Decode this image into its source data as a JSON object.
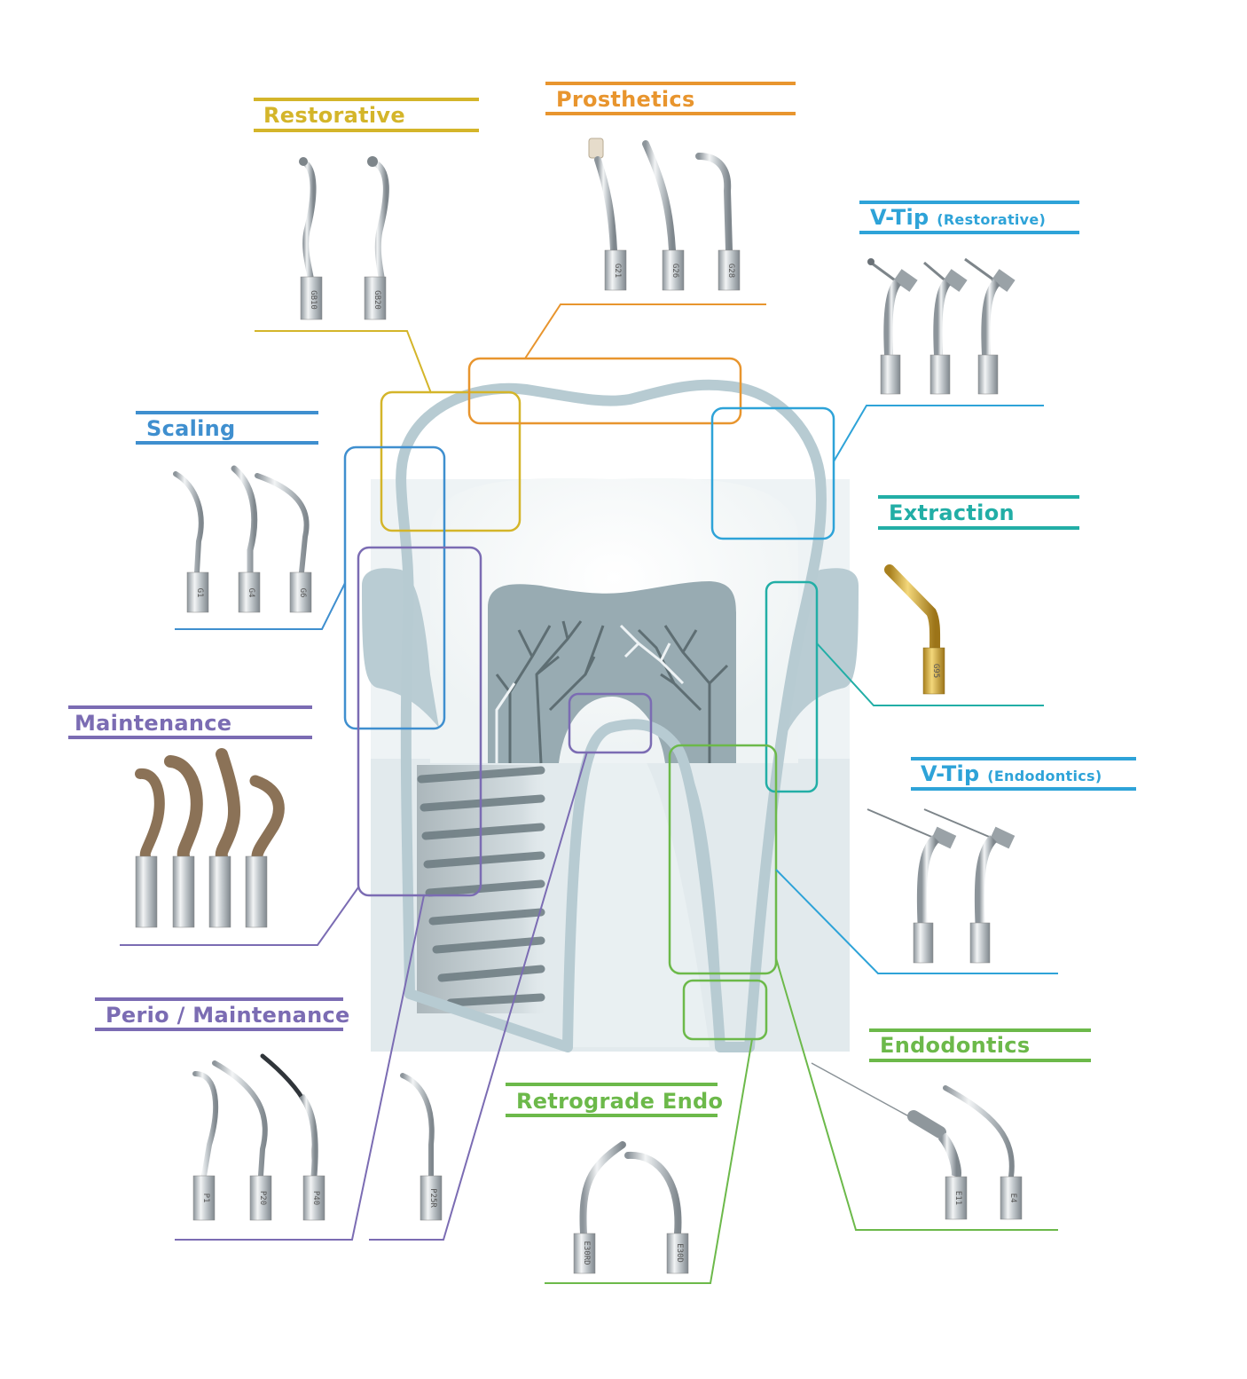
{
  "colors": {
    "restorative": "#d4b52a",
    "prosthetics": "#e8952e",
    "vtip": "#2ea3d8",
    "scaling": "#3f8fcf",
    "extraction": "#22aea6",
    "maintenance": "#7b6cb3",
    "endo": "#6cb94a",
    "tooth_light": "#b8cdd4",
    "tooth_dark": "#9aafb6",
    "bone": "#e4edf0"
  },
  "categories": {
    "restorative": {
      "title": "Restorative",
      "tips": [
        "GB10",
        "GB20"
      ]
    },
    "prosthetics": {
      "title": "Prosthetics",
      "tips": [
        "G21",
        "G26",
        "G28"
      ]
    },
    "vtip_restorative": {
      "title": "V-Tip",
      "subtitle": "(Restorative)"
    },
    "scaling": {
      "title": "Scaling",
      "tips": [
        "G1",
        "G4",
        "G6"
      ]
    },
    "extraction": {
      "title": "Extraction",
      "tips": [
        "G95"
      ]
    },
    "maintenance": {
      "title": "Maintenance"
    },
    "vtip_endo": {
      "title": "V-Tip",
      "subtitle": "(Endodontics)"
    },
    "perio": {
      "title": "Perio / Maintenance",
      "tips": [
        "P1",
        "P20",
        "P40",
        "P25R"
      ]
    },
    "endodontics": {
      "title": "Endodontics",
      "tips": [
        "E11",
        "E4"
      ]
    },
    "retrograde": {
      "title": "Retrograde Endo",
      "tips": [
        "E30RD",
        "E30D"
      ]
    }
  }
}
